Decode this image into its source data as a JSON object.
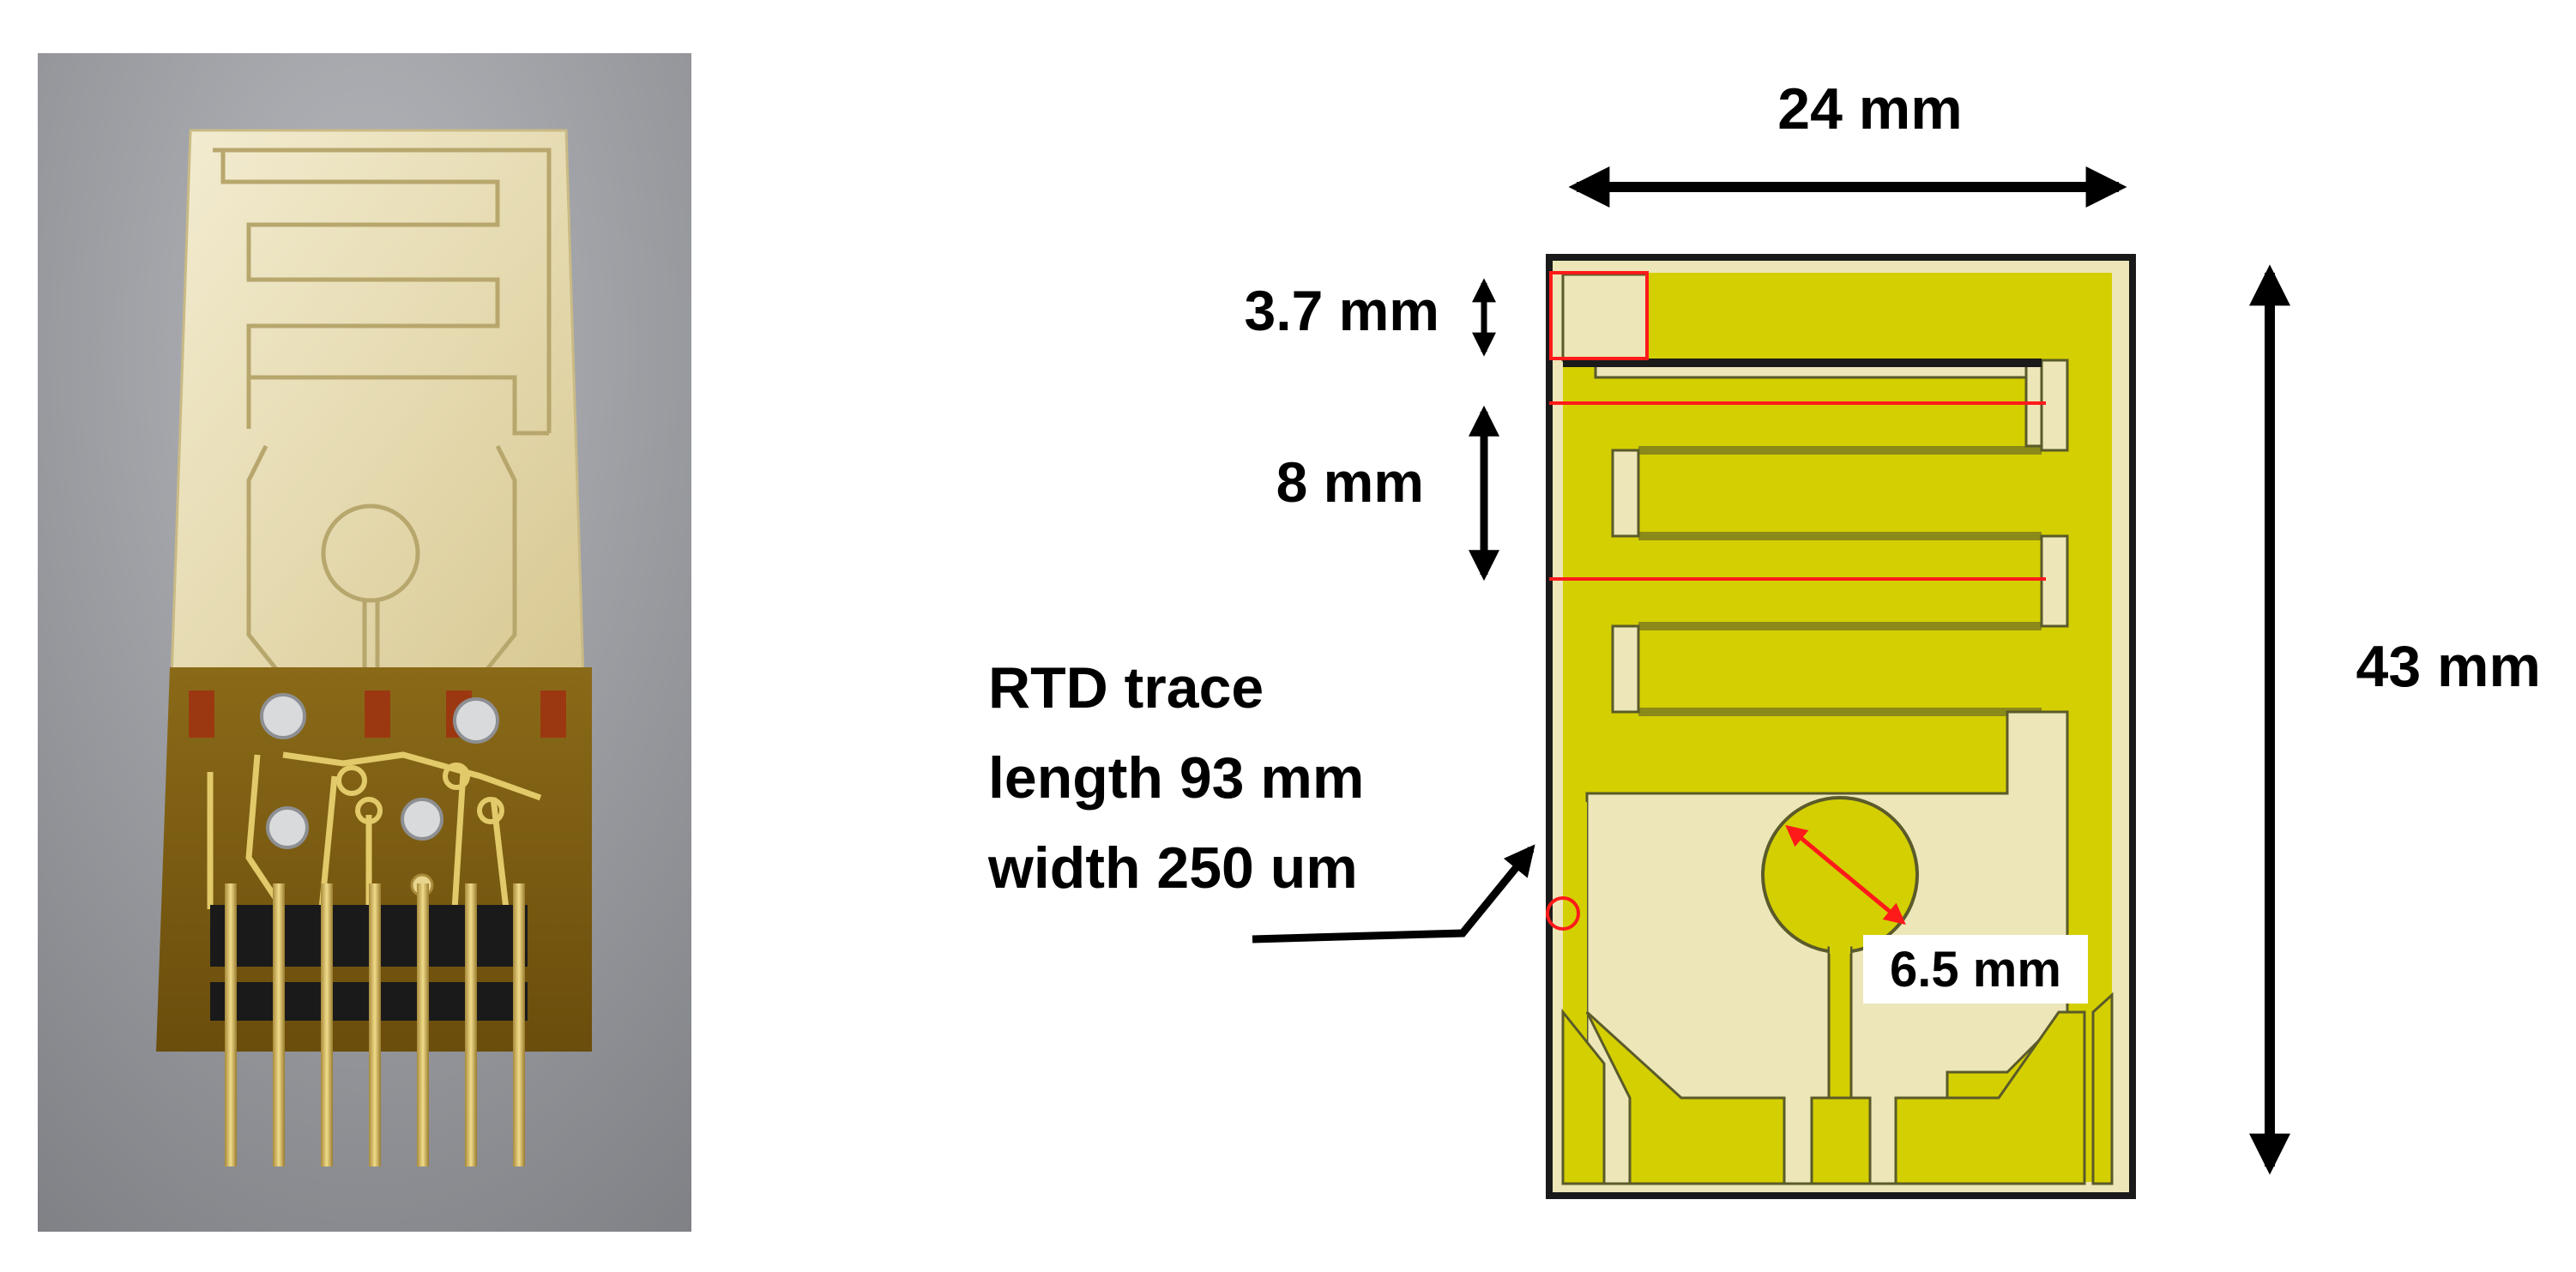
{
  "figure": {
    "annotations": {
      "width_label": "24 mm",
      "height_label": "43 mm",
      "pad_label": "3.7 mm",
      "pitch_label": "8 mm",
      "rtd_line1": "RTD trace",
      "rtd_line2": "length 93 mm",
      "rtd_line3": "width 250 um",
      "circle_label": "6.5 mm"
    },
    "colors": {
      "trace_yellow": "#d4cf00",
      "substrate_beige": "#ece6b8",
      "marker_red": "#ff1a1a",
      "pcb_brown": "#7a5a10",
      "photo_background": "#9a9ca1"
    }
  }
}
